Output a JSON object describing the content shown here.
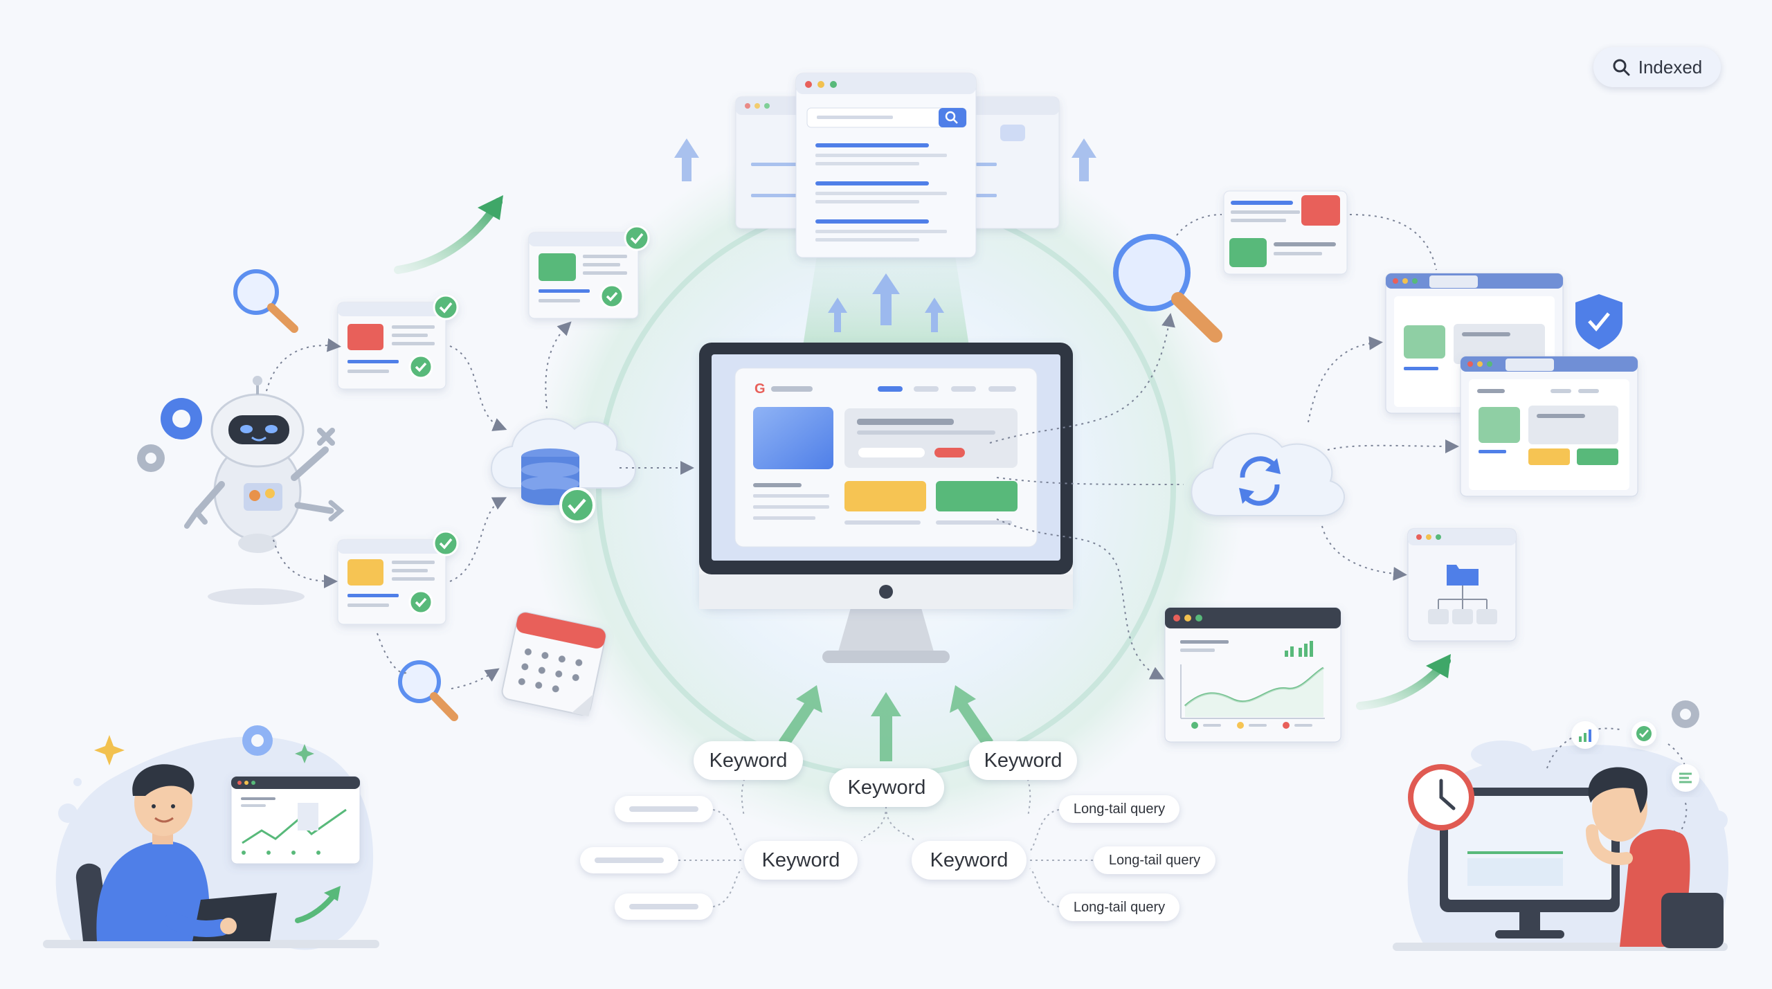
{
  "badge": {
    "label": "Indexed",
    "icon": "search-icon"
  },
  "keywords": {
    "k1": "Keyword",
    "k2": "Keyword",
    "k3": "Keyword",
    "k4": "Keyword",
    "k5": "Keyword"
  },
  "long_tail": {
    "q1": "Long-tail query",
    "q2": "Long-tail query",
    "q3": "Long-tail query"
  },
  "colors": {
    "accent_blue": "#4f7fe8",
    "accent_green": "#58b97a",
    "accent_red": "#e8605a",
    "accent_yellow": "#f6c453",
    "background": "#f6f8fc"
  }
}
